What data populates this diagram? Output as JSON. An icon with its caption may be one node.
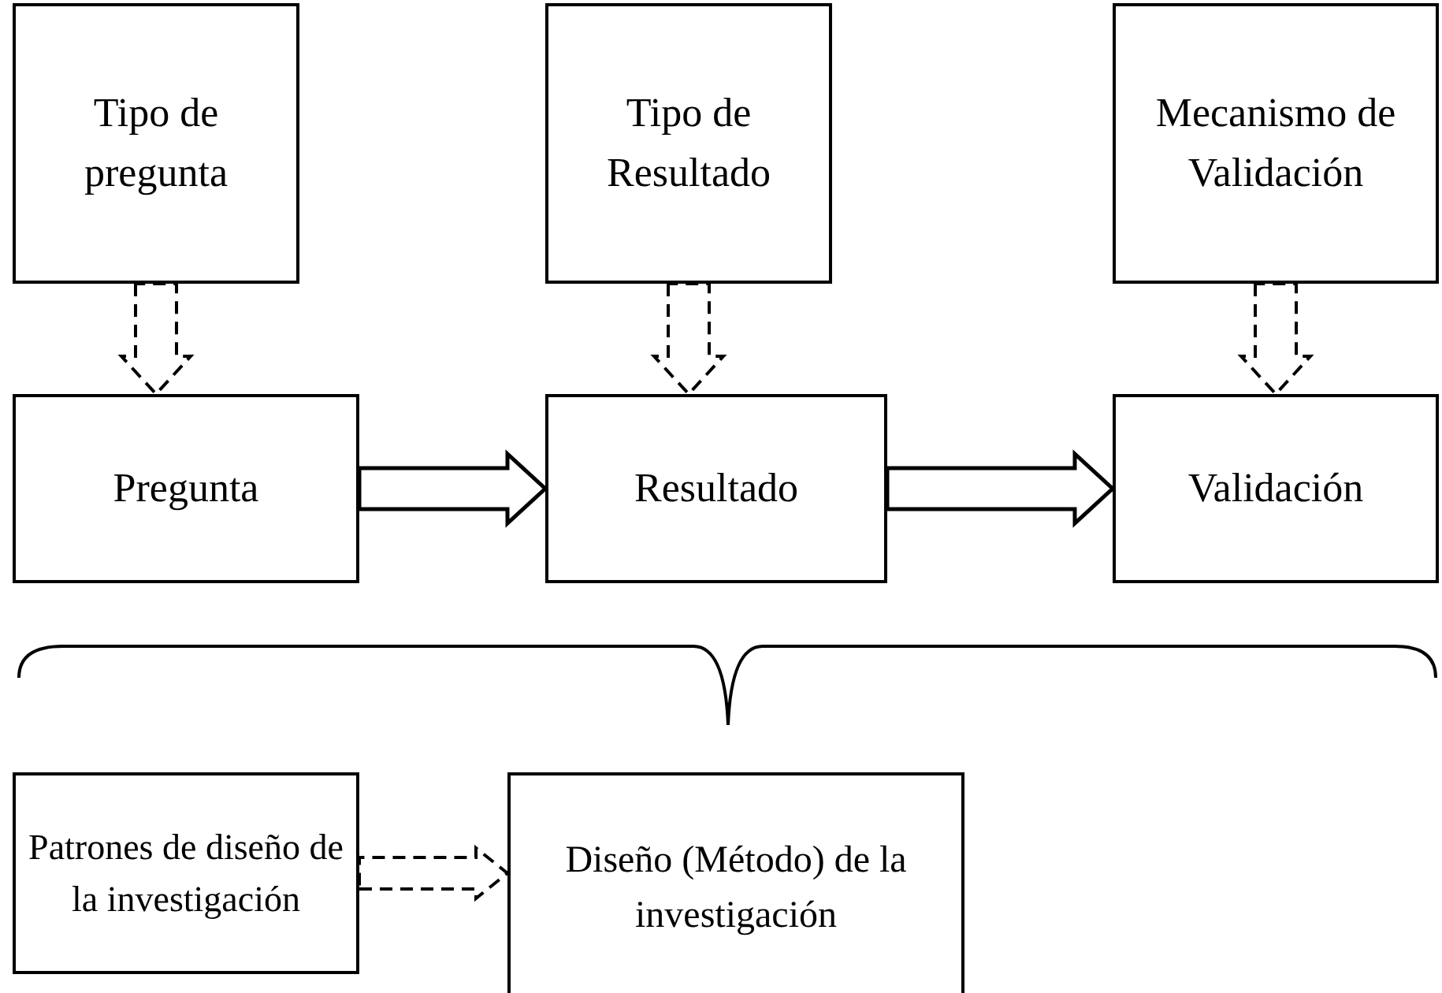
{
  "diagram": {
    "nodes": [
      {
        "text": [
          "Tipo de pregunta"
        ]
      },
      {
        "text": [
          "Tipo de Resultado"
        ]
      },
      {
        "text": [
          "Mecanismo de Validación"
        ]
      },
      {
        "text": [
          "Pregunta"
        ]
      },
      {
        "text": [
          "Resultado"
        ]
      },
      {
        "text": [
          "Validación"
        ]
      },
      {
        "text": [
          "Patrones de diseño de la investigación"
        ]
      },
      {
        "text": [
          "Diseño (Método) de la investigación"
        ]
      }
    ],
    "edges": [
      {
        "from": 0,
        "to": 3,
        "arrow": "to",
        "style": "dashed"
      },
      {
        "from": 1,
        "to": 4,
        "arrow": "to",
        "style": "dashed"
      },
      {
        "from": 2,
        "to": 5,
        "arrow": "to",
        "style": "dashed"
      },
      {
        "from": 3,
        "to": 4,
        "arrow": "to",
        "style": "thick"
      },
      {
        "from": 4,
        "to": 5,
        "arrow": "to",
        "style": "thick"
      },
      {
        "from": 6,
        "to": 7,
        "arrow": "to",
        "style": "dashed"
      }
    ]
  }
}
